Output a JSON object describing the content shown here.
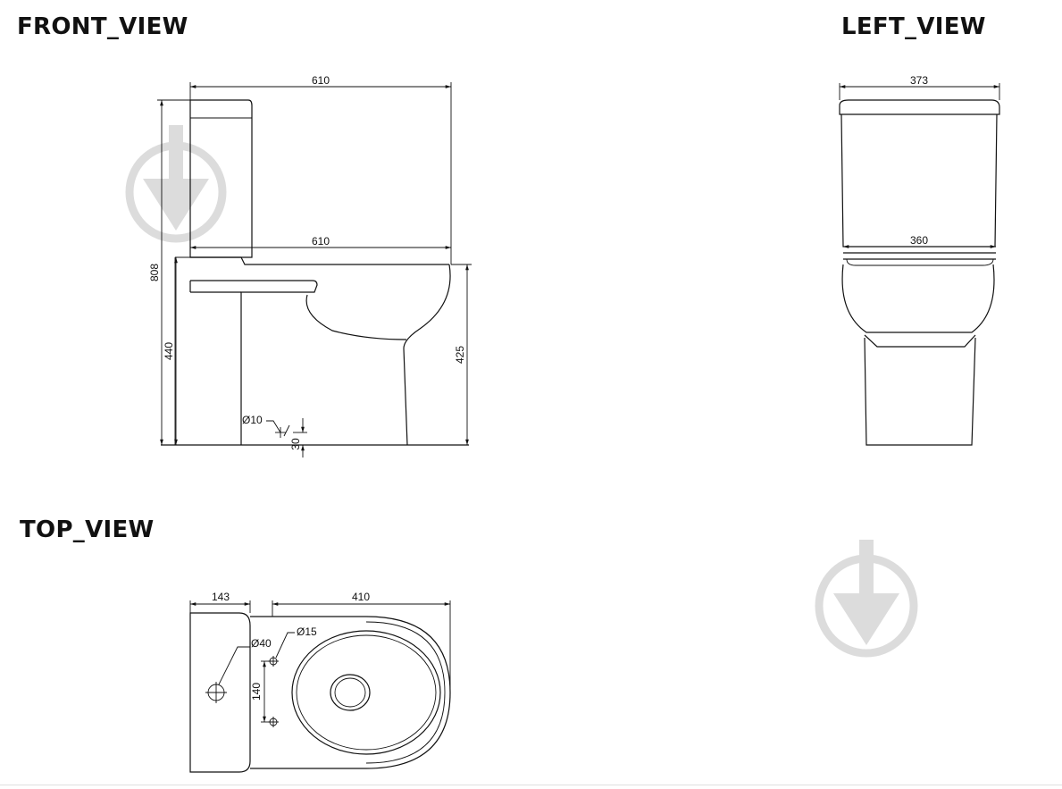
{
  "views": {
    "front": {
      "title": "FRONT_VIEW"
    },
    "left": {
      "title": "LEFT_VIEW"
    },
    "top": {
      "title": "TOP_VIEW"
    }
  },
  "dimensions": {
    "front": {
      "tank_top_length": "610",
      "bowl_length": "610",
      "total_height": "808",
      "seat_height": "440",
      "rim_height": "425",
      "fixing_hole_diameter": "Ø10",
      "fixing_hole_height": "30"
    },
    "left": {
      "tank_width": "373",
      "bowl_width": "360"
    },
    "top": {
      "tank_depth": "143",
      "bowl_depth": "410",
      "inlet_diameter": "Ø40",
      "fixing_diameter": "Ø15",
      "fixing_spacing": "140"
    }
  },
  "colors": {
    "line": "#111111",
    "watermark": "#dcdcdc"
  },
  "icons": {
    "watermark": "download-arrow-circle-icon"
  }
}
